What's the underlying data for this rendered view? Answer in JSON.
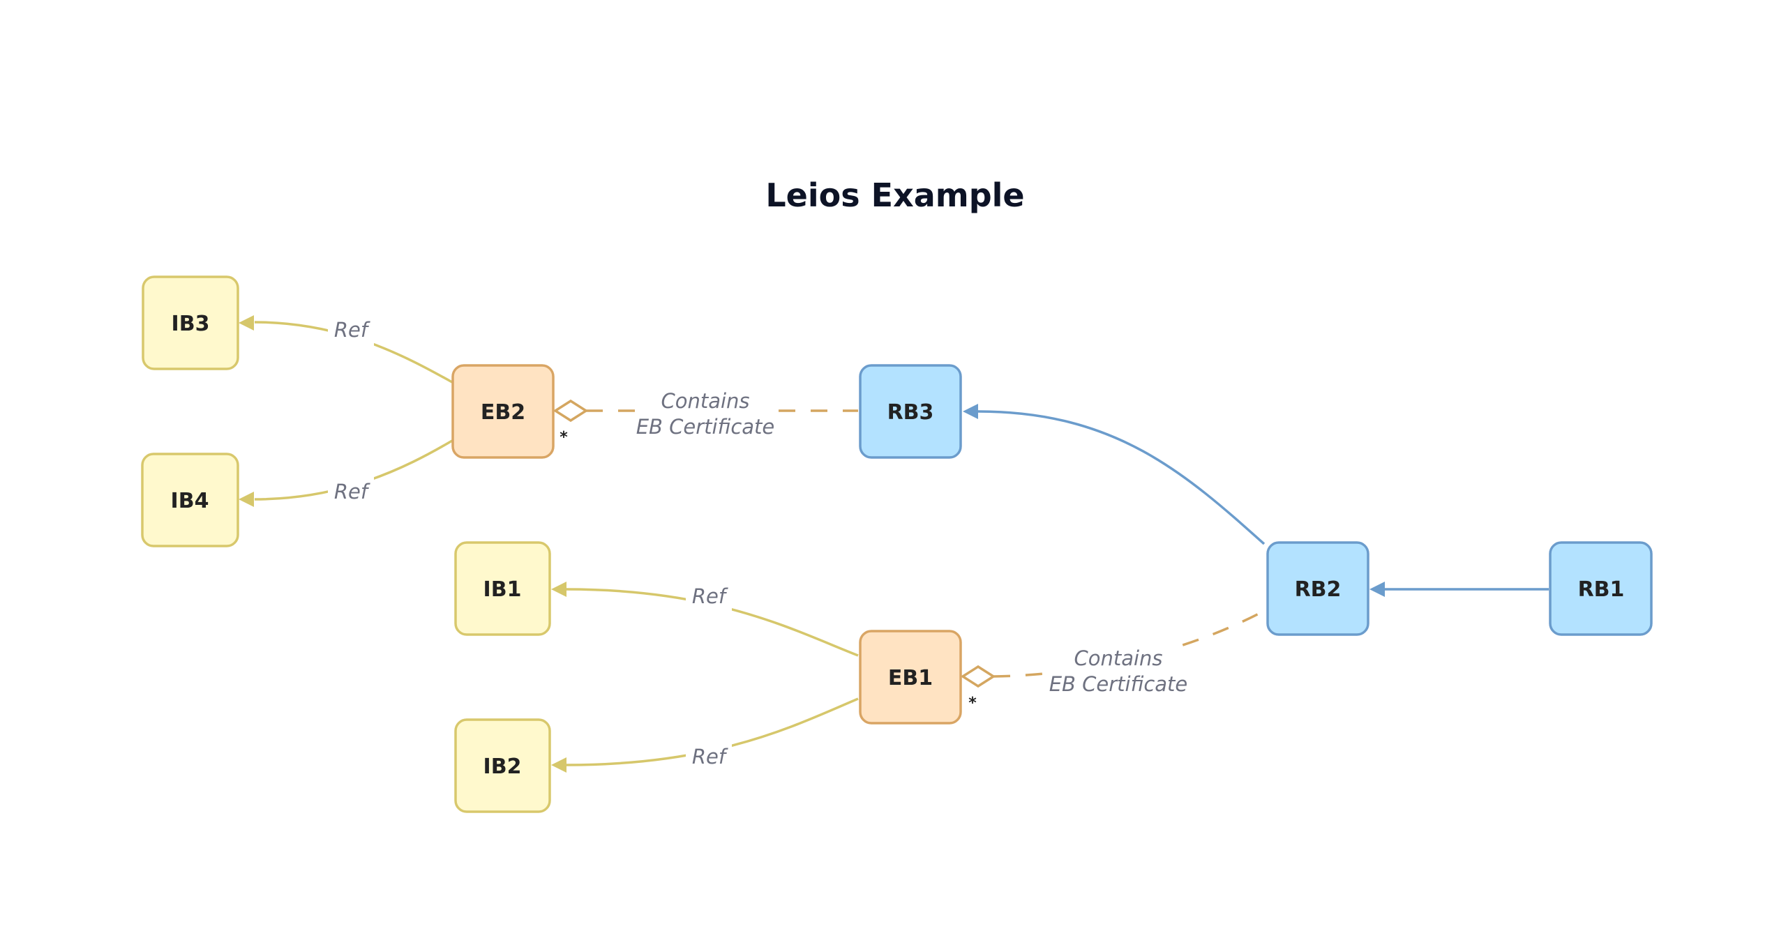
{
  "title": "Leios Example",
  "nodes": {
    "ib3": "IB3",
    "ib4": "IB4",
    "ib1": "IB1",
    "ib2": "IB2",
    "eb2": "EB2",
    "eb1": "EB1",
    "rb3": "RB3",
    "rb2": "RB2",
    "rb1": "RB1"
  },
  "edges": {
    "eb2_ib3": "Ref",
    "eb2_ib4": "Ref",
    "eb1_ib1": "Ref",
    "eb1_ib2": "Ref",
    "eb2_rb3_line1": "Contains",
    "eb2_rb3_line2": "EB Certificate",
    "eb1_rb2_line1": "Contains",
    "eb1_rb2_line2": "EB Certificate",
    "eb2_multiplicity": "*",
    "eb1_multiplicity": "*"
  },
  "colors": {
    "input_block": "#fff9cd",
    "endorser_block": "#ffe3c2",
    "ranking_block": "#b3e2ff"
  }
}
